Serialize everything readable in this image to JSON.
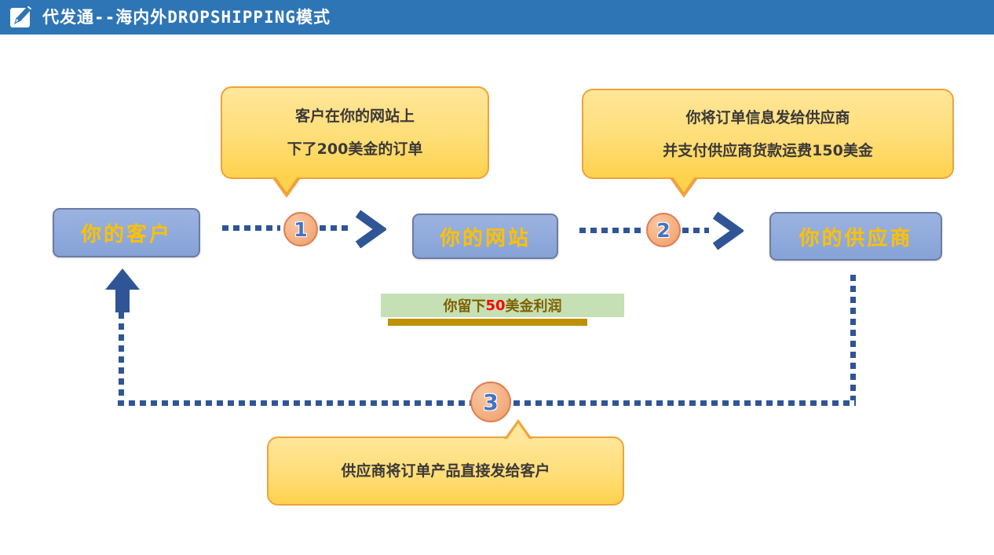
{
  "header": {
    "title": "代发通--海内外DROPSHIPPING模式",
    "icon": "edit-pencil-icon"
  },
  "nodes": {
    "customer": {
      "label": "你的客户"
    },
    "website": {
      "label": "你的网站"
    },
    "supplier": {
      "label": "你的供应商"
    }
  },
  "callouts": {
    "step1": {
      "lines": [
        "客户在你的网站上",
        "下了200美金的订单"
      ]
    },
    "step2": {
      "lines": [
        "你将订单信息发给供应商",
        "并支付供应商货款运费150美金"
      ]
    },
    "step3": {
      "lines": [
        "供应商将订单产品直接发给客户"
      ]
    }
  },
  "steps": {
    "one": "1",
    "two": "2",
    "three": "3"
  },
  "profit": {
    "prefix": "你留下",
    "amount": "50",
    "suffix": "美金利润"
  },
  "colors": {
    "header_bg": "#2E75B6",
    "node_fill": "#8FAADC",
    "node_text": "#FFC000",
    "callout_fill": "#FFD966",
    "callout_border": "#EFA23A",
    "connector_blue": "#2F5597",
    "circle_fill": "#F4B183",
    "circle_number": "#4472C4",
    "profit_bg": "#C5E0B4",
    "profit_amount_red": "#FF0000",
    "gold_bar": "#BF9000"
  }
}
